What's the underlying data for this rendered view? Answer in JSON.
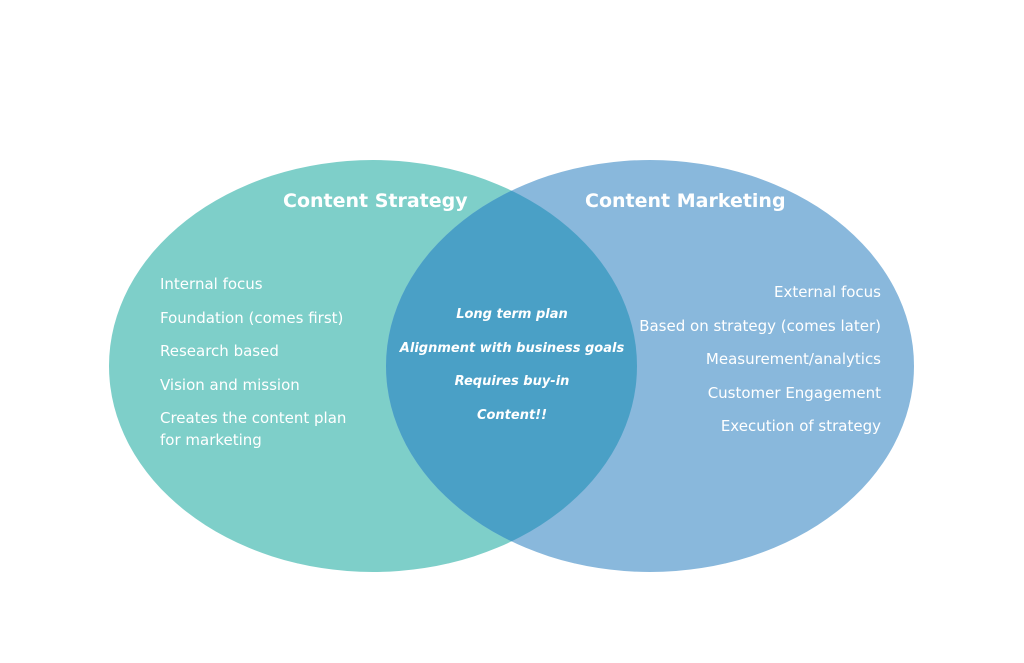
{
  "diagram": {
    "colors": {
      "left_circle": "#7ecfc9",
      "right_circle": "#89b8dc",
      "overlap": "#4aa0c6",
      "text": "#ffffff",
      "background": "#ffffff"
    },
    "left": {
      "title": "Content Strategy",
      "items": [
        "Internal focus",
        "Foundation (comes first)",
        "Research based",
        "Vision and mission",
        "Creates the content plan for marketing"
      ]
    },
    "right": {
      "title": "Content Marketing",
      "items": [
        "External focus",
        "Based on strategy (comes later)",
        "Measurement/analytics",
        "Customer Engagement",
        "Execution of strategy"
      ]
    },
    "overlap": {
      "items": [
        "Long term plan",
        "Alignment with business goals",
        "Requires buy-in",
        "Content!!"
      ]
    }
  }
}
